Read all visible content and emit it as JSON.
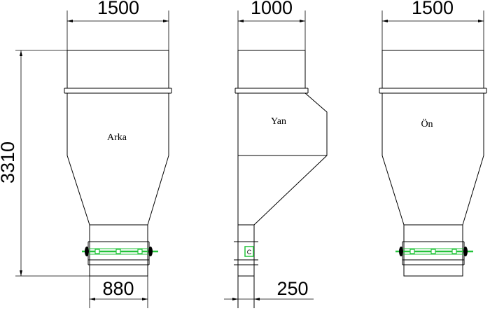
{
  "dimensions": {
    "rear_top_width": "1500",
    "side_top_width": "1000",
    "front_top_width": "1500",
    "overall_height": "3310",
    "bottom_width": "880",
    "side_bottom_width": "250"
  },
  "views": {
    "rear": "Arka",
    "side": "Yan",
    "front": "Ön"
  },
  "side_marker": "C",
  "colors": {
    "line": "#000000",
    "accent_green": "#22c33a",
    "background": "#ffffff"
  }
}
